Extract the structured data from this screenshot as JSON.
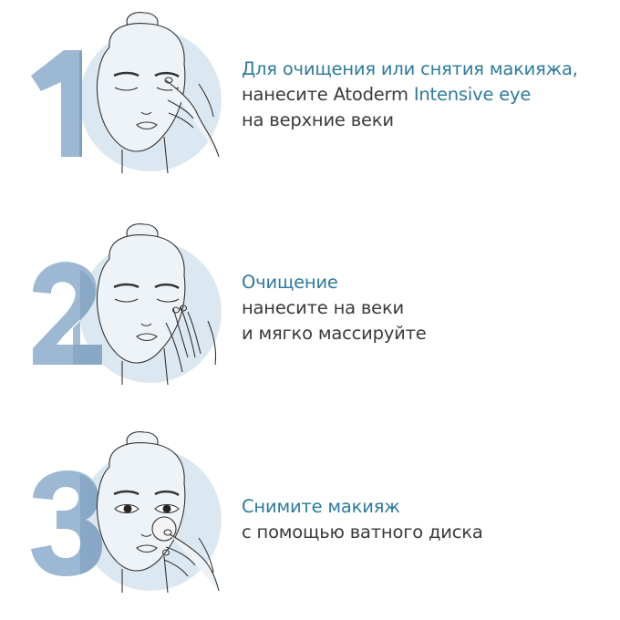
{
  "colors": {
    "accent": "#2e7a9e",
    "body_text": "#3b3b3b",
    "numeral": "#9db8d2",
    "circle": "#dce8f1",
    "numeral_overlap": "#7fa1c1",
    "face_fill": "#eef3f8",
    "line_art": "#333333"
  },
  "steps": [
    {
      "number": "1",
      "illustration": "face-closed-eyes-finger-upper-eyelid",
      "lines": [
        {
          "parts": [
            {
              "text": "Для очищения или снятия макияжа,",
              "style": "accent"
            }
          ]
        },
        {
          "parts": [
            {
              "text": "нанесите Atoderm ",
              "style": "body"
            },
            {
              "text": "Intensive eye",
              "style": "accent"
            }
          ]
        },
        {
          "parts": [
            {
              "text": "на верхние веки",
              "style": "body"
            }
          ]
        }
      ]
    },
    {
      "number": "2",
      "illustration": "face-closed-eyes-fingers-massage-lower-eyelid",
      "lines": [
        {
          "parts": [
            {
              "text": "Очищение",
              "style": "accent"
            }
          ]
        },
        {
          "parts": [
            {
              "text": "нанесите на веки",
              "style": "body"
            }
          ]
        },
        {
          "parts": [
            {
              "text": "и мягко массируйте",
              "style": "body"
            }
          ]
        }
      ]
    },
    {
      "number": "3",
      "illustration": "face-open-eyes-cotton-pad",
      "lines": [
        {
          "parts": [
            {
              "text": "Снимите макияж",
              "style": "accent"
            }
          ]
        },
        {
          "parts": [
            {
              "text": "с помощью ватного диска",
              "style": "body"
            }
          ]
        }
      ]
    }
  ]
}
